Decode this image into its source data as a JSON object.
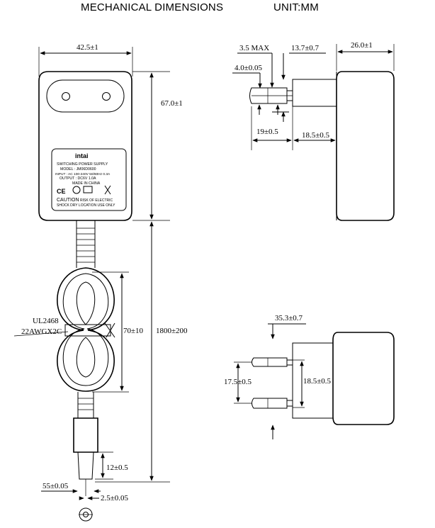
{
  "header": {
    "title": "MECHANICAL DIMENSIONS",
    "unit": "UNIT:MM"
  },
  "front_view": {
    "width": "42.5±1",
    "height": "67.0±1",
    "cable_length": "1800±200",
    "coil_height": "70±10",
    "cable_type_line1": "UL2468",
    "cable_type_line2": "22AWGX2C",
    "plug_length": "12±0.5",
    "plug_outer_dia": "55±0.05",
    "plug_inner_dia": "2.5±0.05"
  },
  "label": {
    "brand": "intai",
    "line1": "SWITCHING POWER SUPPLY",
    "line2": "MODEL : JM06D0600",
    "line3": "INPUT : AC 100-240V 50/60Hz 0.3A",
    "line4": "OUTPUT : DC6V 1.0A",
    "line5": "MADE IN CHINA",
    "line6": "CAUTION",
    "line7": "RISK OF ELECTRIC",
    "line8": "SHOCK DRY LOCATION USE ONLY"
  },
  "side_view": {
    "pin_tip": "3.5 MAX",
    "pin_offset": "13.7±0.7",
    "pin_dia": "4.0±0.05",
    "depth": "26.0±1",
    "pin_length": "19±0.5",
    "collar_length": "18.5±0.5"
  },
  "bottom_view": {
    "overall": "35.3±0.7",
    "pin_spacing": "17.5±0.5",
    "pin_span": "18.5±0.5"
  }
}
